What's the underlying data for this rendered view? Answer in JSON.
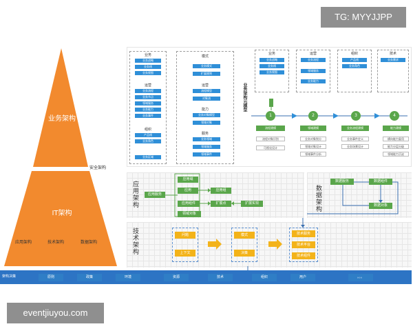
{
  "watermark_top": "TG: MYYJJPP",
  "watermark_bottom": "eventjiuyou.com",
  "pyramid": {
    "top": "业务架构",
    "security": "安全架构",
    "middle": "IT架构",
    "app": "应用架构",
    "tech": "技术架构",
    "data": "数据架构"
  },
  "business_model": {
    "title": "业务架构元模型",
    "col1": {
      "group1_title": "业务",
      "group1_items": [
        "业务战略",
        "业务线",
        "业务视图"
      ],
      "group2_title": "运营",
      "group2_items": [
        "业务流程",
        "业务节点",
        "领域服务",
        "业务能力",
        "业务事件"
      ],
      "group3_title": "组织",
      "group3_items": [
        "产品线",
        "业务角色",
        "业务区域"
      ]
    },
    "col2": {
      "group1_title": "模式",
      "group1_items": [
        "业务模式",
        "扩展规则"
      ],
      "group2_title": "运营",
      "group2_items": [
        "流程模型",
        "对象流"
      ],
      "group3_title": "能力",
      "group3_items": [
        "业务对象模型",
        "领域对象"
      ],
      "group4_title": "服务",
      "group4_items": [
        "业务领域",
        "领域服务",
        "领域事件"
      ]
    },
    "right_groups": [
      {
        "title": "业务",
        "items": [
          "业务战略",
          "业务线",
          "业务视图"
        ]
      },
      {
        "title": "运营",
        "items": [
          "业务流程",
          "领域服务",
          "业务能力"
        ]
      },
      {
        "title": "组织",
        "items": [
          "产品线",
          "业务角色"
        ]
      },
      {
        "title": "技术",
        "items": [
          "业务需求"
        ]
      }
    ],
    "steps": [
      "1",
      "2",
      "3",
      "4"
    ],
    "step_items": [
      [
        "流程建模",
        "流程对象识别",
        "可视化设计"
      ],
      [
        "领域建模",
        "业务对象划分",
        "领域对象设计",
        "领域事件分析"
      ],
      [
        "业务流程建模",
        "业务事件定义",
        "业务场景设计"
      ],
      [
        "能力建模",
        "横向能力复用",
        "能力分层分级",
        "领域能力沉淀"
      ]
    ]
  },
  "app_arch": {
    "label": "应用架构",
    "nodes": {
      "app_domain": "应用域",
      "app": "应用",
      "app_service": "应用服务",
      "app_component": "应用组件",
      "app_group": "应用组",
      "ext_point": "扩展点",
      "ext_impl": "扩展实现",
      "domain_object": "领域对象"
    }
  },
  "data_arch": {
    "label": "数据架构",
    "nodes": {
      "data_service": "数据服务",
      "data_component": "数据组件",
      "data_object": "数据对象"
    }
  },
  "tech_arch": {
    "label": "技术架构",
    "left": [
      "问题",
      "上下文"
    ],
    "middle": [
      "模式",
      "决策"
    ],
    "right": [
      "技术服务",
      "技术平台",
      "技术组件"
    ]
  },
  "bottom_bar": {
    "label": "架构决策",
    "items": [
      "原则",
      "政策",
      "环境",
      "资源",
      "技术",
      "组织",
      "用户",
      "。。。"
    ]
  },
  "colors": {
    "pyramid": "#f28a2e",
    "blue": "#2f8fd8",
    "green": "#5aa64b",
    "yellow": "#f3b31a",
    "bar": "#2d74c4"
  }
}
